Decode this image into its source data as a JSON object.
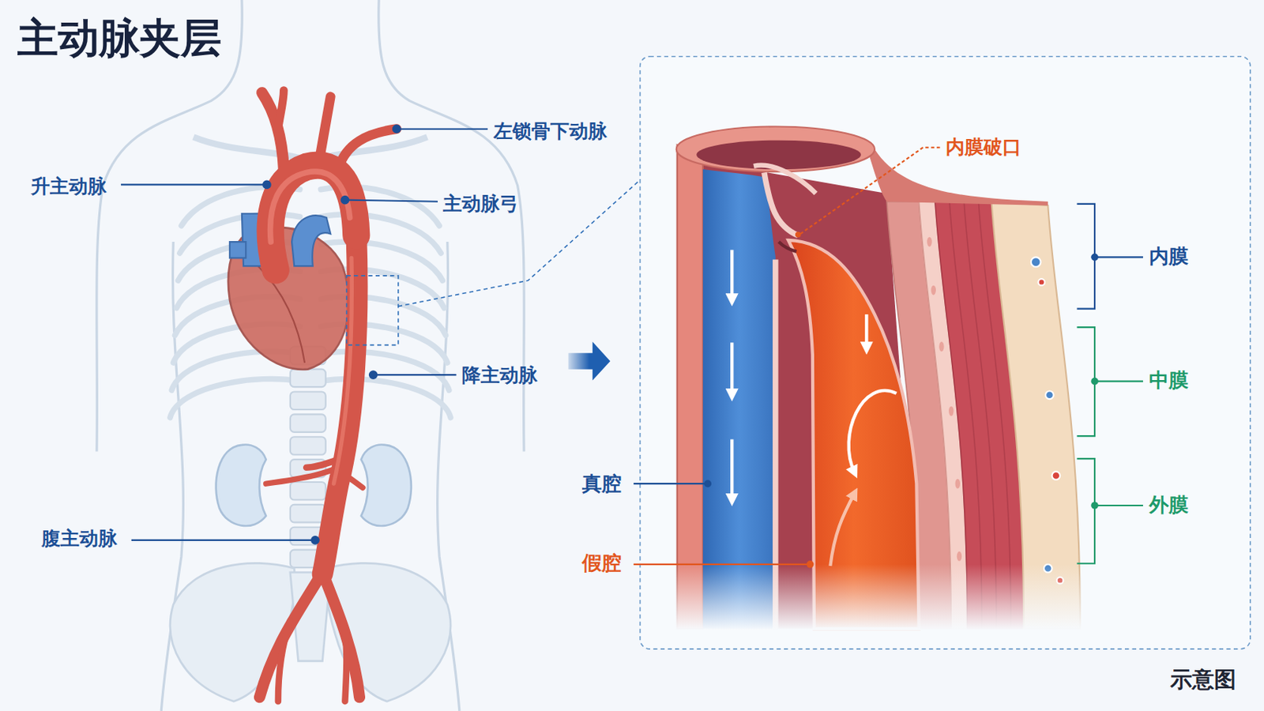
{
  "diagram": {
    "title": "主动脉夹层",
    "labels": [
      "左锁骨下动脉",
      "升主动脉",
      "主动脉弓",
      "降主动脉",
      "腹主动脉",
      "内膜破口",
      "内膜",
      "中膜",
      "外膜",
      "真腔",
      "假腔",
      "示意图"
    ]
  }
}
